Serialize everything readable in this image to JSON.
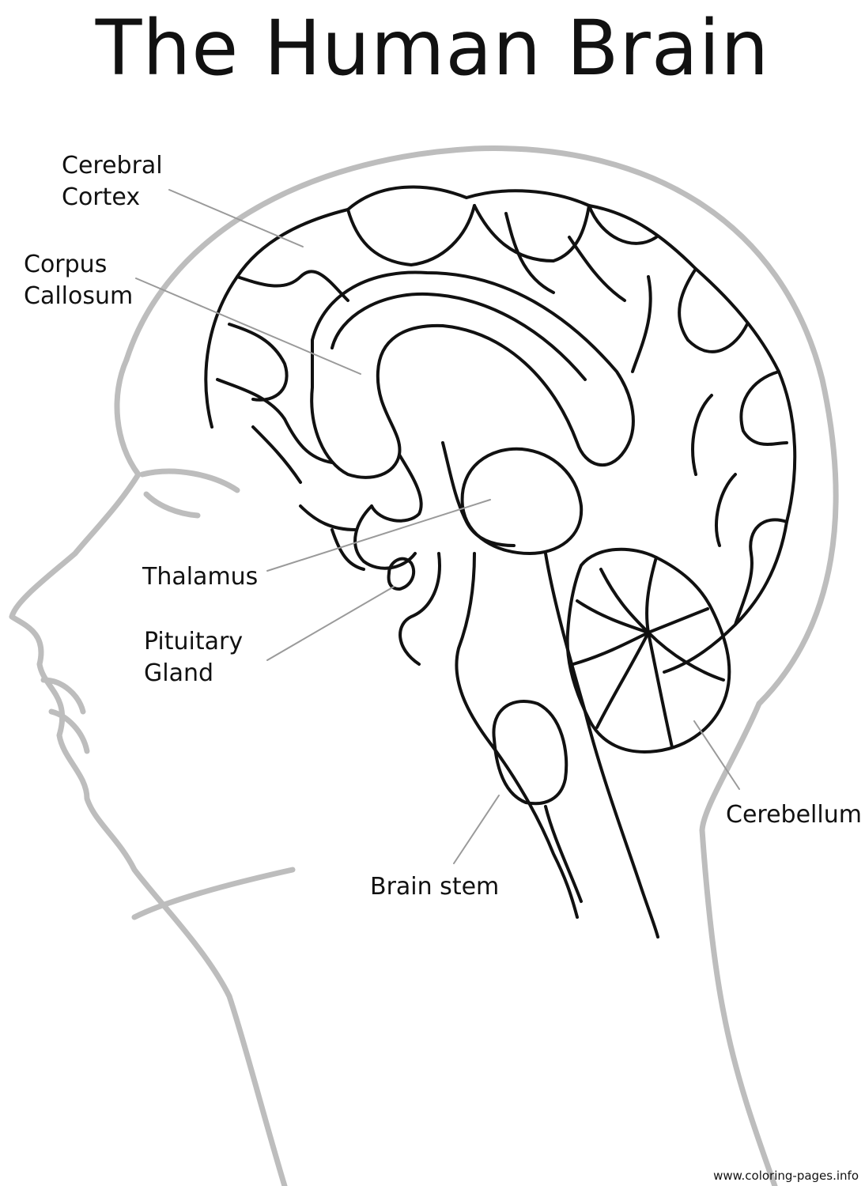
{
  "title": "The Human Brain",
  "labels": {
    "cerebral_cortex": [
      "Cerebral",
      "Cortex"
    ],
    "corpus_callosum": [
      "Corpus",
      "Callosum"
    ],
    "thalamus": "Thalamus",
    "pituitary_gland": [
      "Pituitary",
      "Gland"
    ],
    "brain_stem": "Brain stem",
    "cerebellum": "Cerebellum"
  },
  "watermark": "www.coloring-pages.info",
  "colors": {
    "outline": "#111111",
    "head_silhouette": "#bdbdbd",
    "leader_line": "#9a9a9a",
    "background": "#ffffff"
  }
}
